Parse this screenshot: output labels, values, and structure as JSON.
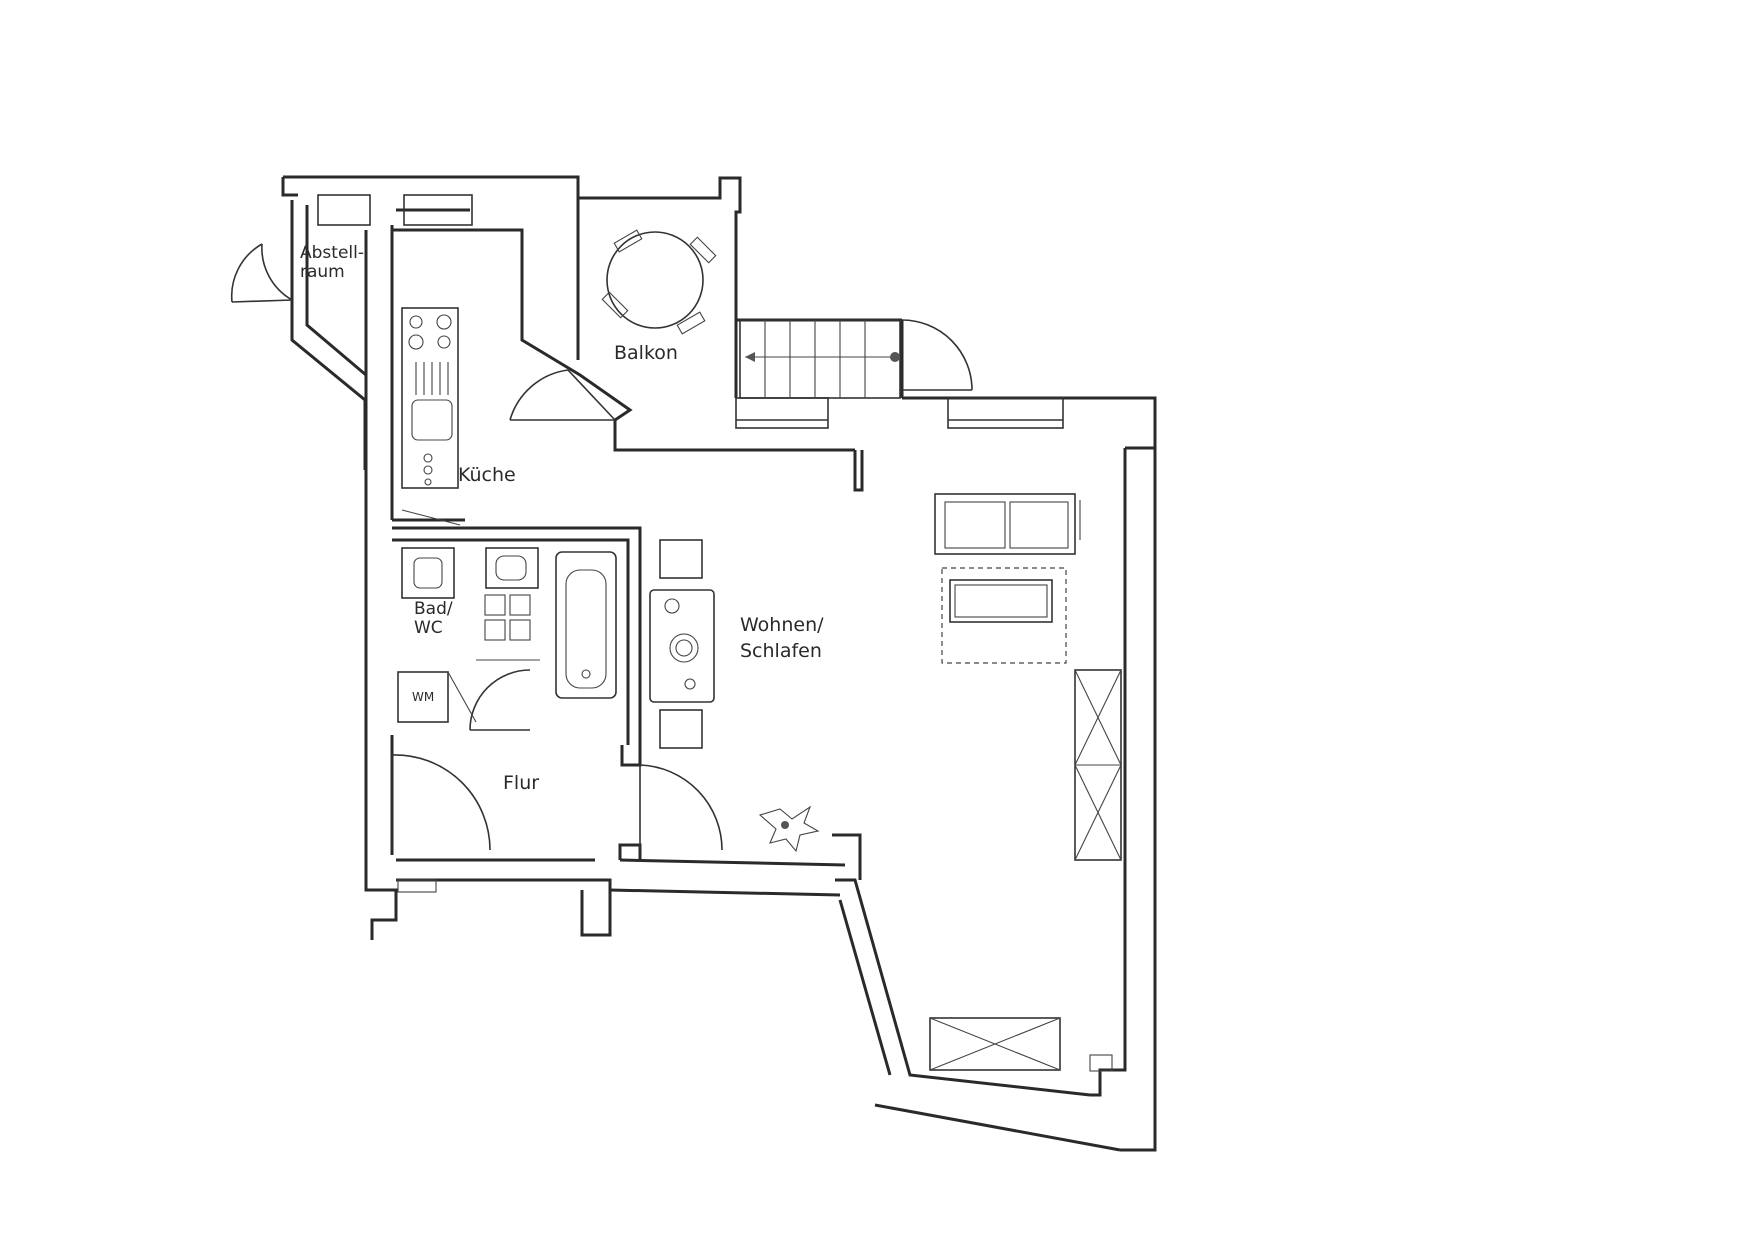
{
  "rooms": {
    "abstellraum": "Abstell-\nraum",
    "kueche": "Küche",
    "balkon": "Balkon",
    "bad_wc": "Bad/\nWC",
    "wm": "WM",
    "flur": "Flur",
    "wohnen_schlafen": "Wohnen/\nSchlafen"
  },
  "colors": {
    "line": "#2a2a2a",
    "background": "#ffffff",
    "tile": "#555555"
  }
}
